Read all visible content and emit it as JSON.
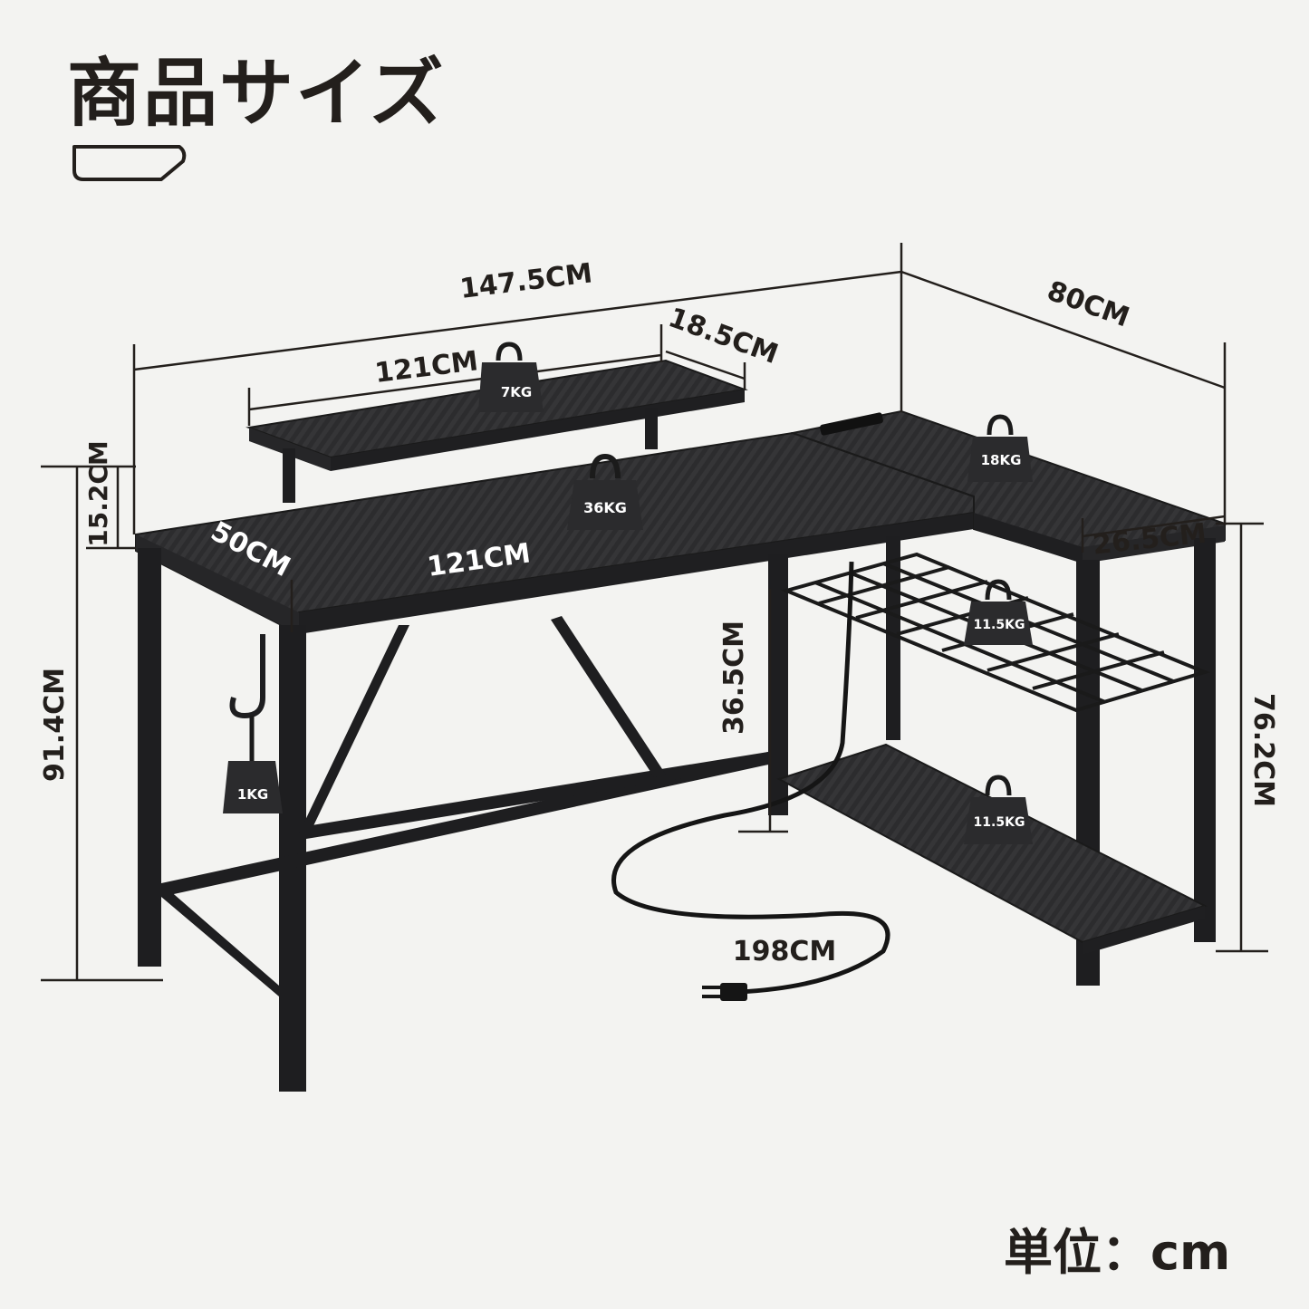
{
  "title": "商品サイズ",
  "unit_label": "単位：cm",
  "dimensions": {
    "total_width": "147.5CM",
    "depth_side": "80CM",
    "shelf_width": "121CM",
    "shelf_depth": "18.5CM",
    "shelf_height": "15.2CM",
    "total_height": "91.4CM",
    "desk_depth": "50CM",
    "desk_width": "121CM",
    "side_depth": "26.5CM",
    "under_clearance": "36.5CM",
    "side_height": "76.2CM",
    "cord_length": "198CM"
  },
  "weights": {
    "monitor_shelf": "7KG",
    "desk_top": "36KG",
    "side_top": "18KG",
    "wire_shelf": "11.5KG",
    "bottom_shelf": "11.5KG",
    "hook": "1KG"
  },
  "colors": {
    "background": "#f3f3f1",
    "desk_surface": "#3a3a3c",
    "frame": "#1e1e20",
    "dimension_line": "#231f1c"
  }
}
